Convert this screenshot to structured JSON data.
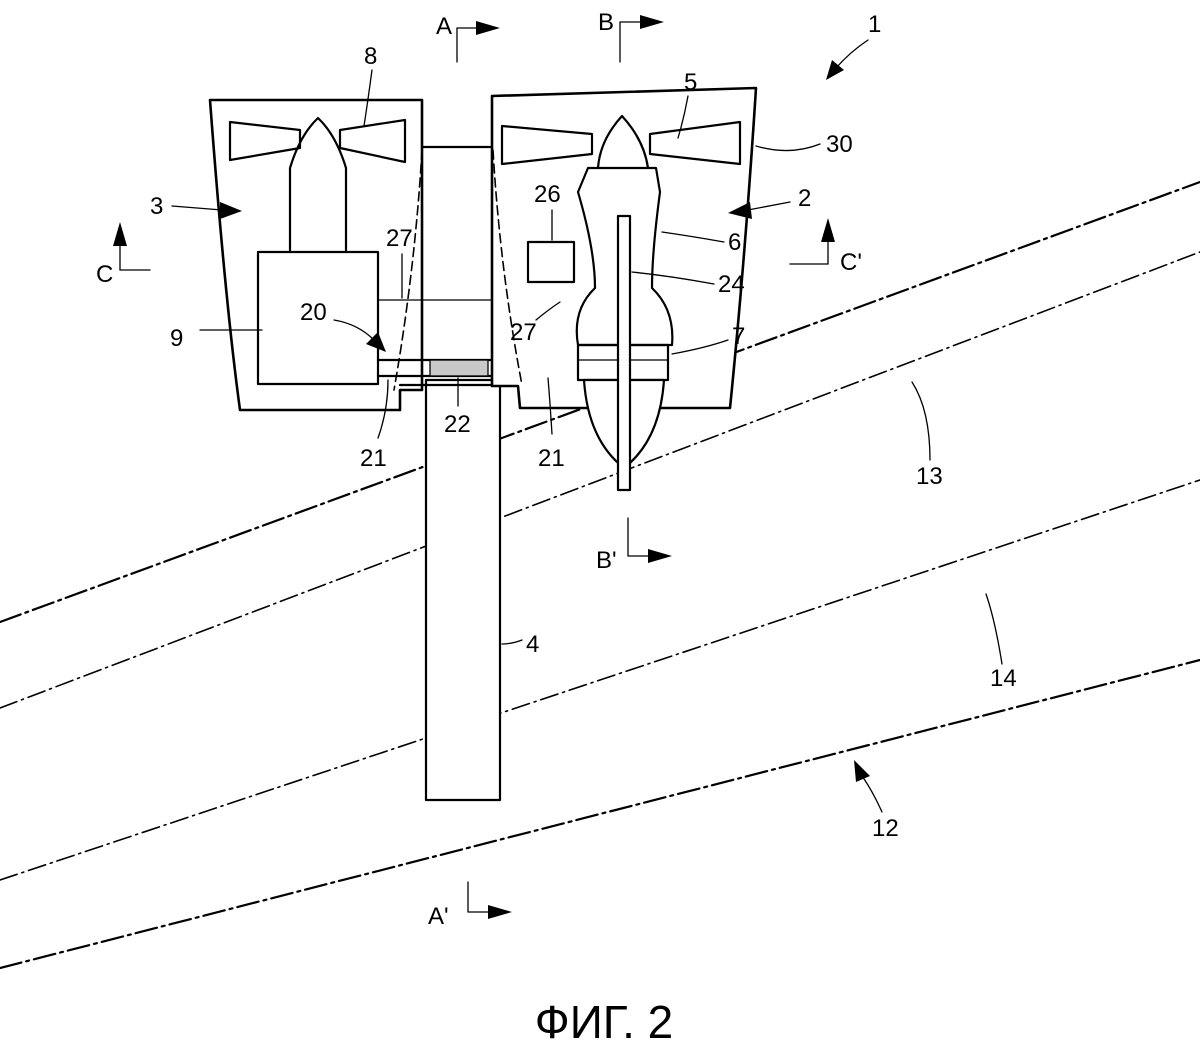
{
  "labels": {
    "n1": "1",
    "n2": "2",
    "n3": "3",
    "n4": "4",
    "n5": "5",
    "n6": "6",
    "n7": "7",
    "n8": "8",
    "n9": "9",
    "n12": "12",
    "n13": "13",
    "n14": "14",
    "n20": "20",
    "n21a": "21",
    "n21b": "21",
    "n22": "22",
    "n24": "24",
    "n26": "26",
    "n27a": "27",
    "n27b": "27",
    "n30": "30"
  },
  "sections": {
    "a": "A",
    "a_prime": "A'",
    "b": "B",
    "b_prime": "B'",
    "c": "C",
    "c_prime": "C'"
  },
  "caption": "ФИГ. 2"
}
